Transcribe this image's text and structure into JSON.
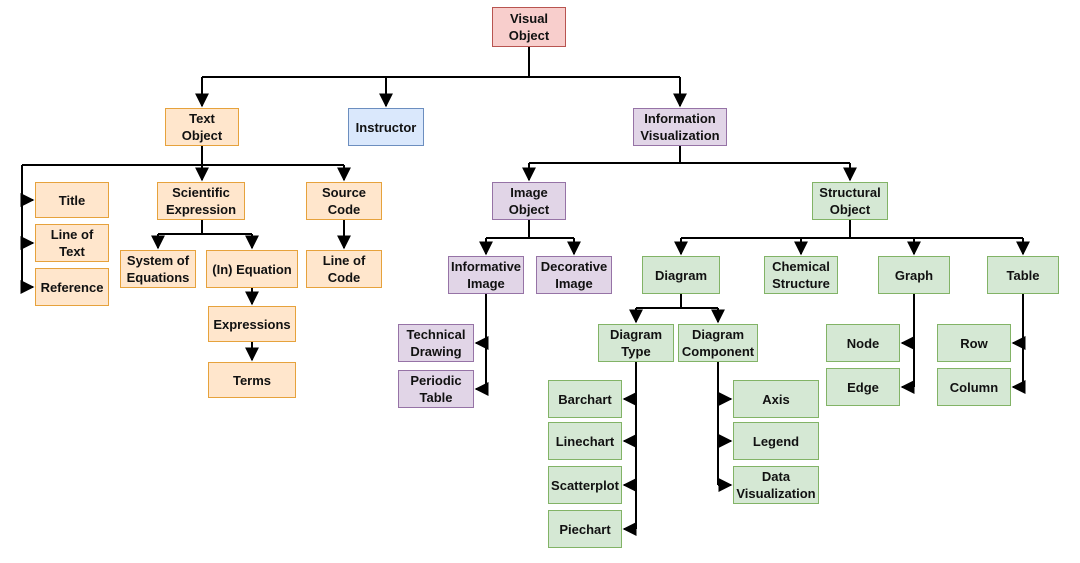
{
  "colors": {
    "root_fill": "#f8cecc",
    "root_border": "#b85450",
    "text_fill": "#ffe6cc",
    "text_border": "#e6a23c",
    "instructor_fill": "#dae8fc",
    "instructor_border": "#6c8ebf",
    "image_fill": "#e1d5e7",
    "image_border": "#9673a6",
    "structural_fill": "#d5e8d4",
    "structural_border": "#82b366",
    "edge": "#000000"
  },
  "nodes": {
    "visual_object": "Visual\nObject",
    "text_object": "Text\nObject",
    "instructor": "Instructor",
    "information_visualization": "Information\nVisualization",
    "title": "Title",
    "line_of_text": "Line of\nText",
    "reference": "Reference",
    "scientific_expression": "Scientific\nExpression",
    "system_of_equations": "System of\nEquations",
    "in_equation": "(In) Equation",
    "expressions": "Expressions",
    "terms": "Terms",
    "source_code": "Source\nCode",
    "line_of_code": "Line of\nCode",
    "image_object": "Image\nObject",
    "informative_image": "Informative\nImage",
    "decorative_image": "Decorative\nImage",
    "technical_drawing": "Technical\nDrawing",
    "periodic_table": "Periodic\nTable",
    "structural_object": "Structural\nObject",
    "diagram": "Diagram",
    "chemical_structure": "Chemical\nStructure",
    "graph": "Graph",
    "table": "Table",
    "diagram_type": "Diagram\nType",
    "diagram_component": "Diagram\nComponent",
    "barchart": "Barchart",
    "linechart": "Linechart",
    "scatterplot": "Scatterplot",
    "piechart": "Piechart",
    "axis": "Axis",
    "legend": "Legend",
    "data_visualization": "Data\nVisualization",
    "node": "Node",
    "edge": "Edge",
    "row": "Row",
    "column": "Column"
  }
}
